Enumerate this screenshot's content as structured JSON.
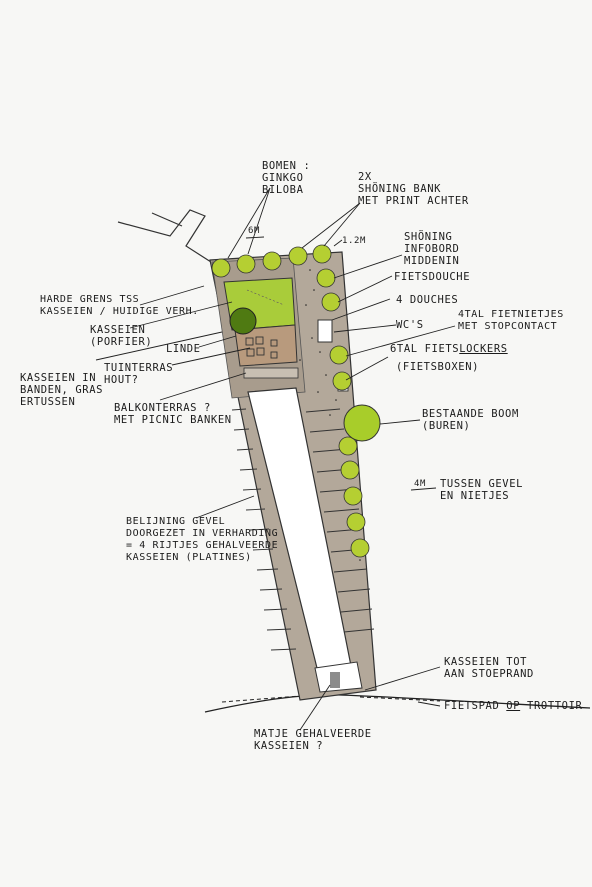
{
  "labels": {
    "bomen": "BOMEN :\nGINKGO\nBILOBA",
    "bank": "2x\nSHÖNING BANK\nMET PRINT ACHTER",
    "dim_6m": "6m",
    "dim_1_2m": "1.2M",
    "infobord": "SHÖNING\nINFOBORD\nMIDDENIN",
    "fietsdouche": "FIETSDOUCHE",
    "douches": "4 DOUCHES",
    "wcs": "WC'S",
    "fietsnietjes": "4tal FIETNIETJES\nMET STOPCONTACT",
    "lockers_pre": "6tal FIETS",
    "lockers_ul": "LOCKERS",
    "fietsboxen": "(FIETSBOXEN)",
    "harde_grens": "HARDE GRENS TSS\nKASSEIEN / HUIDIGE VERH.",
    "kasseien_porfier": "KASSEIEN\n(PORFIER)",
    "linde": "LINDE",
    "kasseien_banden": "KASSEIEN IN\nBANDEN, GRAS\nERTUSSEN",
    "tuinterras": "TUINTERRAS\nHOUT?",
    "balkonterras": "BALKONTERRAS ?\nMET PICNIC BANKEN",
    "bestaande_boom": "BESTAANDE BOOM\n(BUREN)",
    "dim_4m": "4M",
    "tussen_gevel": "TUSSEN GEVEL\nEN NIETJES",
    "belijning": "BELIJNING GEVEL\nDOORGEZET IN VERHARDING\n= 4 RIJTJES GEHALVEERDE\nKASSEIEN (PLATINES)",
    "stoeprand": "KASSEIEN TOT\nAAN STOEPRAND",
    "fietspad_pre": "FIETSPAD ",
    "fietspad_op": "OP",
    "fietspad_post": " TROTTOIR",
    "matje": "MATJE GEHALVEERDE\nKASSEIEN ?"
  },
  "colors": {
    "paving": "#b3a89a",
    "wood": "#b89a7d",
    "grass": "#a9cc3a",
    "tree_light": "#b5cf32",
    "tree_dark": "#5d8a1a",
    "ink": "#1c1c1c"
  }
}
